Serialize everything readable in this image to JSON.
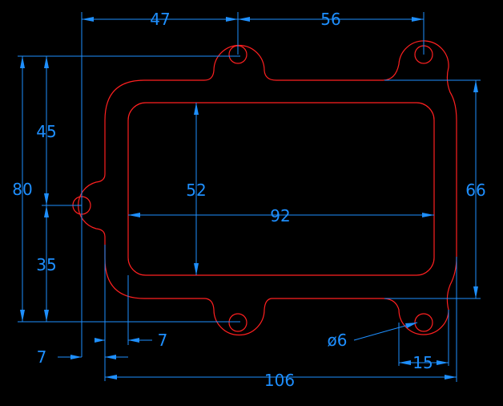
{
  "drawing": {
    "background": "#000000",
    "part_color": "#ff2020",
    "dimension_color": "#1e8fff",
    "dimensions": {
      "top_left": "47",
      "top_right": "56",
      "left_outer": "80",
      "left_upper": "45",
      "left_lower": "35",
      "inner_height": "52",
      "inner_width": "92",
      "right_height": "66",
      "bottom_left_small": "7",
      "bottom_mid_small": "7",
      "hole_diameter": "ø6",
      "hole_offset": "15",
      "overall_width": "106"
    }
  }
}
